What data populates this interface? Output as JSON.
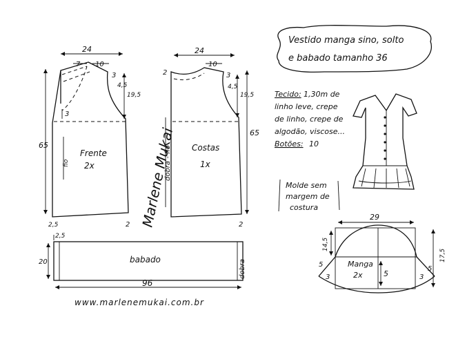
{
  "title": {
    "line1": "Vestido manga sino, solto",
    "line2": "e babado tamanho 36"
  },
  "fabric": {
    "label": "Tecido:",
    "text_lines": [
      "1,30m de",
      "linho leve, crepe",
      "de linho, crepe de",
      "algodão, viscose..."
    ],
    "buttons_label": "Botões:",
    "buttons_value": "10"
  },
  "note": {
    "line1": "Molde sem",
    "line2": "margem de",
    "line3": "costura"
  },
  "front": {
    "name": "Frente",
    "qty": "2x",
    "fold_label": "fio",
    "width": "24",
    "shoulder_left": "7",
    "shoulder_right": "10",
    "height": "65",
    "armhole": "19,5",
    "armhole_curve": "4,5",
    "corner_top": "3",
    "neck_depth": "3",
    "hem_left": "2,5",
    "hem_right": "2"
  },
  "back": {
    "name": "Costas",
    "qty": "1x",
    "fold_label": "dobra - fio",
    "width": "24",
    "shoulder_right": "10",
    "height": "65",
    "armhole": "19,5",
    "armhole_curve": "4,5",
    "corner_top": "3",
    "neck_left": "2",
    "hem_right": "2"
  },
  "ruffle": {
    "name": "babado",
    "fold_label": "dobra",
    "length": "96",
    "height": "20",
    "corner": "2,5"
  },
  "sleeve": {
    "name": "Manga",
    "qty": "2x",
    "width": "29",
    "height_left": "14,5",
    "height_right": "17,5",
    "center_depth": "5",
    "side_left": "5",
    "side_right": "5",
    "inner_left": "3",
    "inner_right": "3"
  },
  "signature": "Marlene Mukai",
  "website": "www.marlenemukai.com.br"
}
